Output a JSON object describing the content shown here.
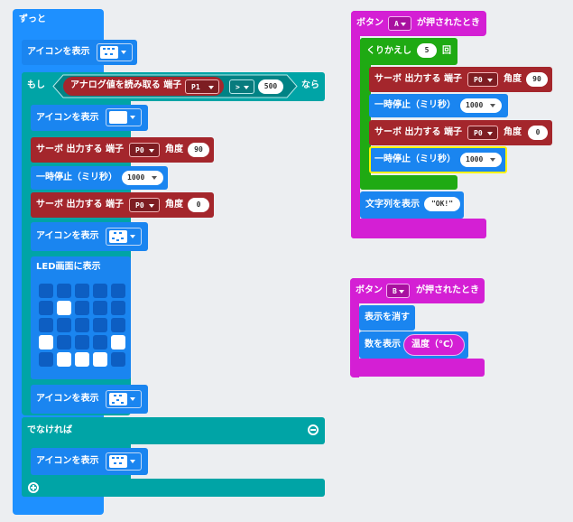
{
  "forever": {
    "label": "ずっと",
    "show_icon_1": "アイコンを表示",
    "if_label": "もし",
    "analog_read": "アナログ値を読み取る 端子",
    "analog_pin": "P1",
    "compare_op": ">",
    "threshold": "500",
    "then_label": "なら",
    "show_icon_2": "アイコンを表示",
    "servo_1": {
      "label": "サーボ 出力する 端子",
      "pin": "P0",
      "angle_label": "角度",
      "angle": "90"
    },
    "pause_1": {
      "label": "一時停止（ミリ秒）",
      "ms": "1000"
    },
    "servo_2": {
      "label": "サーボ 出力する 端子",
      "pin": "P0",
      "angle_label": "角度",
      "angle": "0"
    },
    "show_icon_3": "アイコンを表示",
    "led_label": "LED画面に表示",
    "show_icon_4": "アイコンを表示",
    "else_label": "でなければ",
    "show_icon_5": "アイコンを表示"
  },
  "button_a": {
    "prefix": "ボタン",
    "button": "A",
    "suffix": "が押されたとき",
    "repeat_label": "くりかえし",
    "repeat_count": "5",
    "repeat_unit": "回",
    "servo_1": {
      "label": "サーボ 出力する 端子",
      "pin": "P0",
      "angle_label": "角度",
      "angle": "90"
    },
    "pause_1": {
      "label": "一時停止（ミリ秒）",
      "ms": "1000"
    },
    "servo_2": {
      "label": "サーボ 出力する 端子",
      "pin": "P0",
      "angle_label": "角度",
      "angle": "0"
    },
    "pause_2": {
      "label": "一時停止（ミリ秒）",
      "ms": "1000"
    },
    "show_string_label": "文字列を表示",
    "show_string_value": "\"OK!\""
  },
  "button_b": {
    "prefix": "ボタン",
    "button": "B",
    "suffix": "が押されたとき",
    "clear_label": "表示を消す",
    "show_number_label": "数を表示",
    "temperature": "温度（°C）"
  },
  "icons": {
    "remove": "minus-circle-icon",
    "add": "plus-circle-icon"
  },
  "colors": {
    "basic": "#1e90ff",
    "logic": "#00a4a6",
    "servo": "#a4262c",
    "loops": "#1faa13",
    "input": "#d41fd4"
  }
}
